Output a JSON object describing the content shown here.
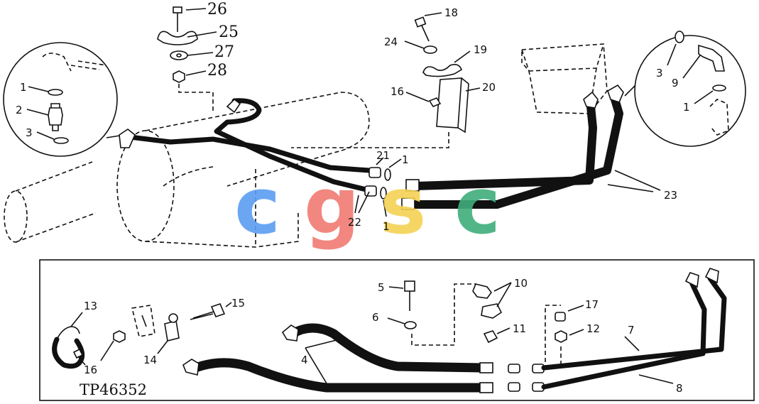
{
  "figure_id": "TP46352",
  "watermark": {
    "letters": [
      "c",
      "g",
      "s",
      "c"
    ],
    "colors": [
      "#5b9df2",
      "#f07b72",
      "#f5d255",
      "#3fae7c"
    ]
  },
  "callouts": {
    "c26": "26",
    "c25": "25",
    "c27": "27",
    "c28": "28",
    "c18": "18",
    "c24": "24",
    "c19": "19",
    "c16a": "16",
    "c20": "20",
    "c1a": "1",
    "c2": "2",
    "c3a": "3",
    "c21": "21",
    "c1b": "1",
    "c22": "22",
    "c1c": "1",
    "c23": "23",
    "c3b": "3",
    "c9": "9",
    "c1d": "1",
    "c13": "13",
    "c16b": "16",
    "c14": "14",
    "c15": "15",
    "c5": "5",
    "c6": "6",
    "c10": "10",
    "c11": "11",
    "c17": "17",
    "c12": "12",
    "c7": "7",
    "c4": "4",
    "c8": "8"
  }
}
